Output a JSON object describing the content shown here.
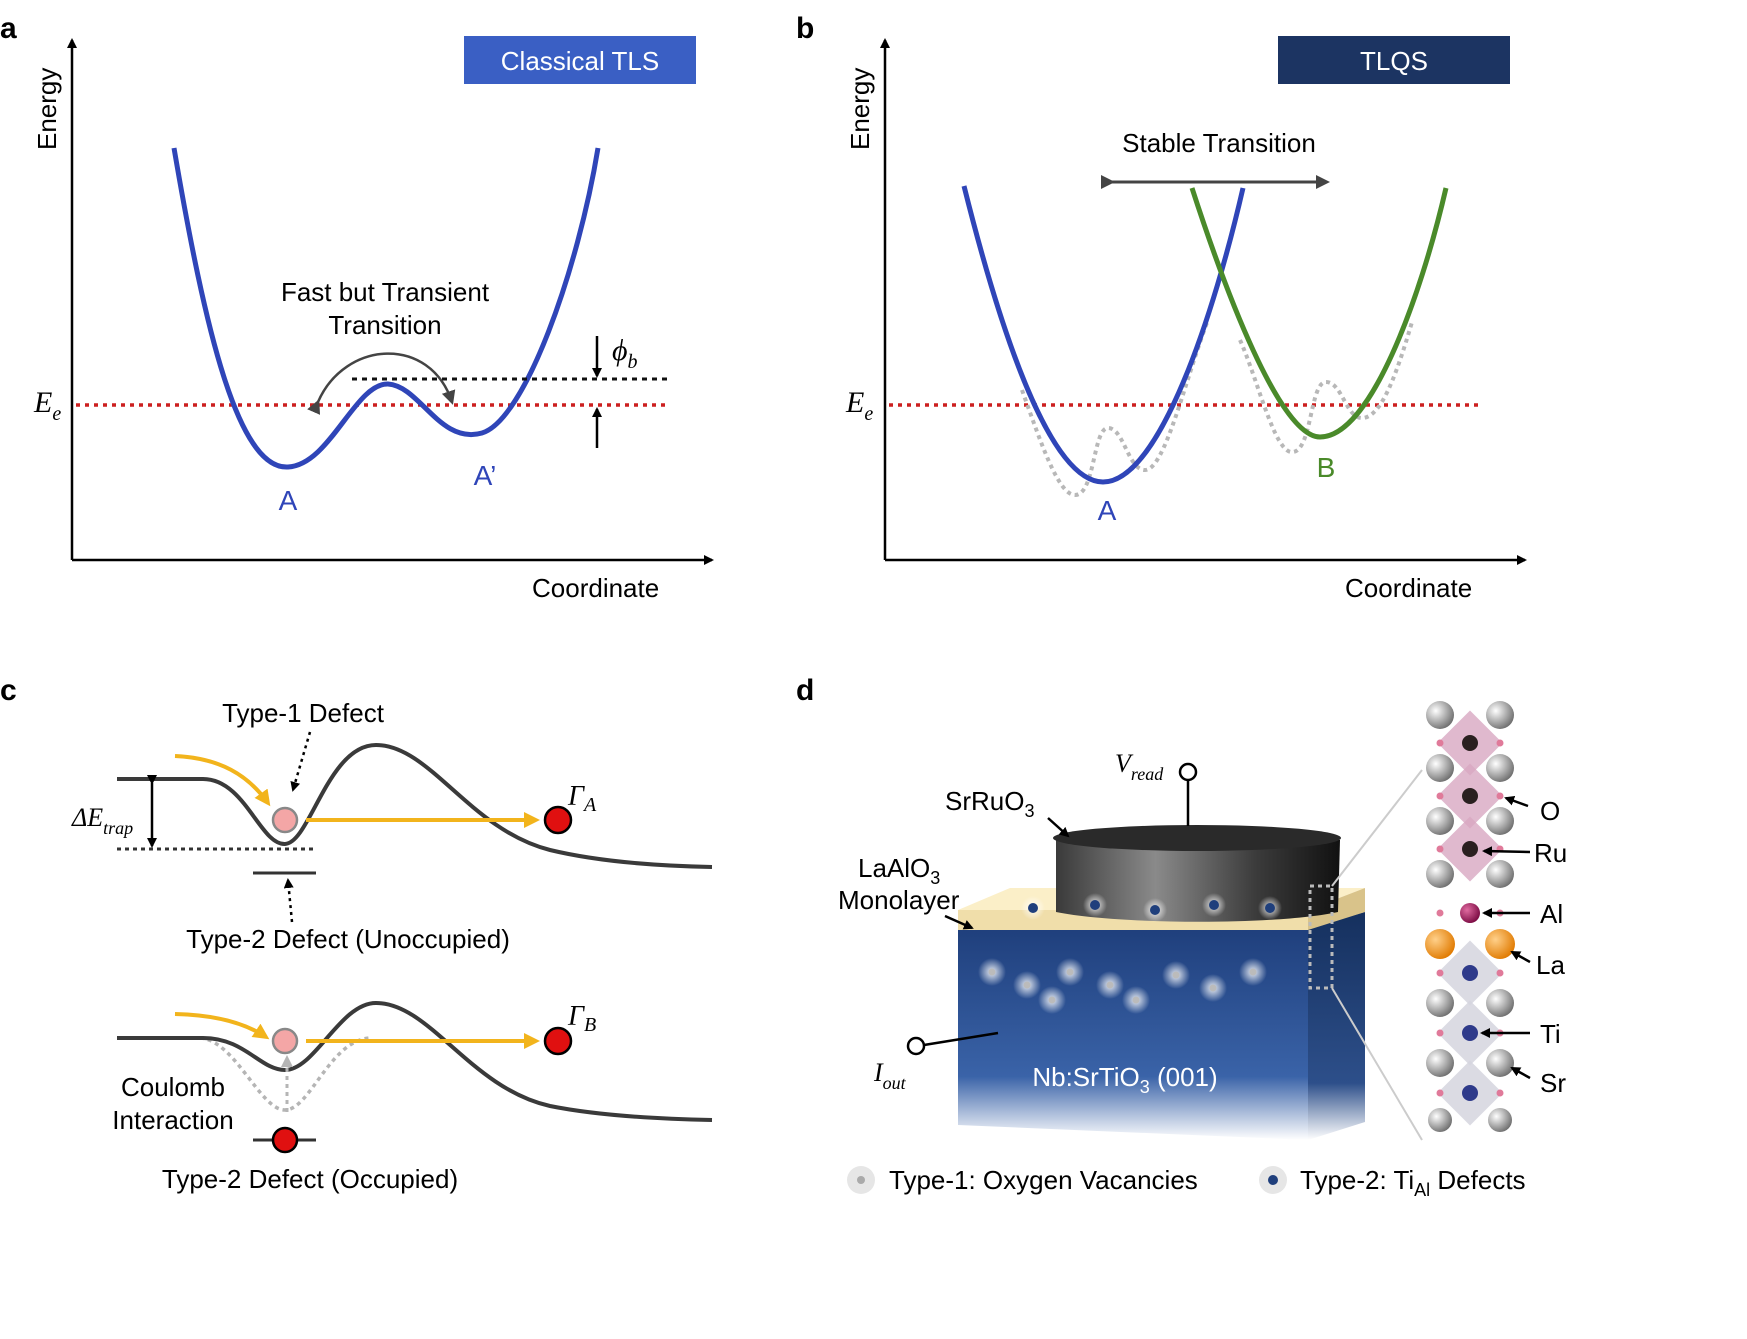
{
  "panel_a": {
    "letter": "a",
    "badge": "Classical TLS",
    "ylabel": "Energy",
    "xlabel": "Coordinate",
    "ee_main": "E",
    "ee_sub": "e",
    "annotation_line1": "Fast but Transient",
    "annotation_line2": "Transition",
    "phi_main": "ϕ",
    "phi_sub": "b",
    "well_a": "A",
    "well_a_prime": "A’"
  },
  "panel_b": {
    "letter": "b",
    "badge": "TLQS",
    "ylabel": "Energy",
    "xlabel": "Coordinate",
    "ee_main": "E",
    "ee_sub": "e",
    "transition_label": "Stable Transition",
    "well_a": "A",
    "well_b": "B"
  },
  "panel_c": {
    "letter": "c",
    "type1_label": "Type-1 Defect",
    "delta_main": "ΔE",
    "delta_sub": "trap",
    "gamma_a_main": "Γ",
    "gamma_a_sub": "A",
    "type2_unoccupied": "Type-2 Defect (Unoccupied)",
    "gamma_b_main": "Γ",
    "gamma_b_sub": "B",
    "coulomb_line1": "Coulomb",
    "coulomb_line2": "Interaction",
    "type2_occupied": "Type-2 Defect (Occupied)"
  },
  "panel_d": {
    "letter": "d",
    "vread_main": "V",
    "vread_sub": "read",
    "sro_main": "SrRuO",
    "sro_sub": "3",
    "lao_main": "LaAlO",
    "lao_sub": "3",
    "lao_line2": "Monolayer",
    "iout_main": "I",
    "iout_sub": "out",
    "substrate_main": "Nb:SrTiO",
    "substrate_sub": "3",
    "substrate_tail": " (001)",
    "atoms": [
      "O",
      "Ru",
      "Al",
      "La",
      "Ti",
      "Sr"
    ],
    "legend1": "Type-1: Oxygen Vacancies",
    "legend2_main": "Type-2: Ti",
    "legend2_sub": "Al",
    "legend2_tail": " Defects"
  },
  "colors": {
    "blue_curve": "#2f45b8",
    "green_curve": "#4a8a2a",
    "badge_a": "#3a5fc4",
    "badge_b": "#1c3462",
    "ee_line": "#cc1f1f",
    "arrow_yellow": "#f2b41c",
    "particle_red": "#e01010",
    "lao_layer": "#f0deaa",
    "substrate": "#2c4f8c",
    "electrode": "#2a2a2a"
  }
}
